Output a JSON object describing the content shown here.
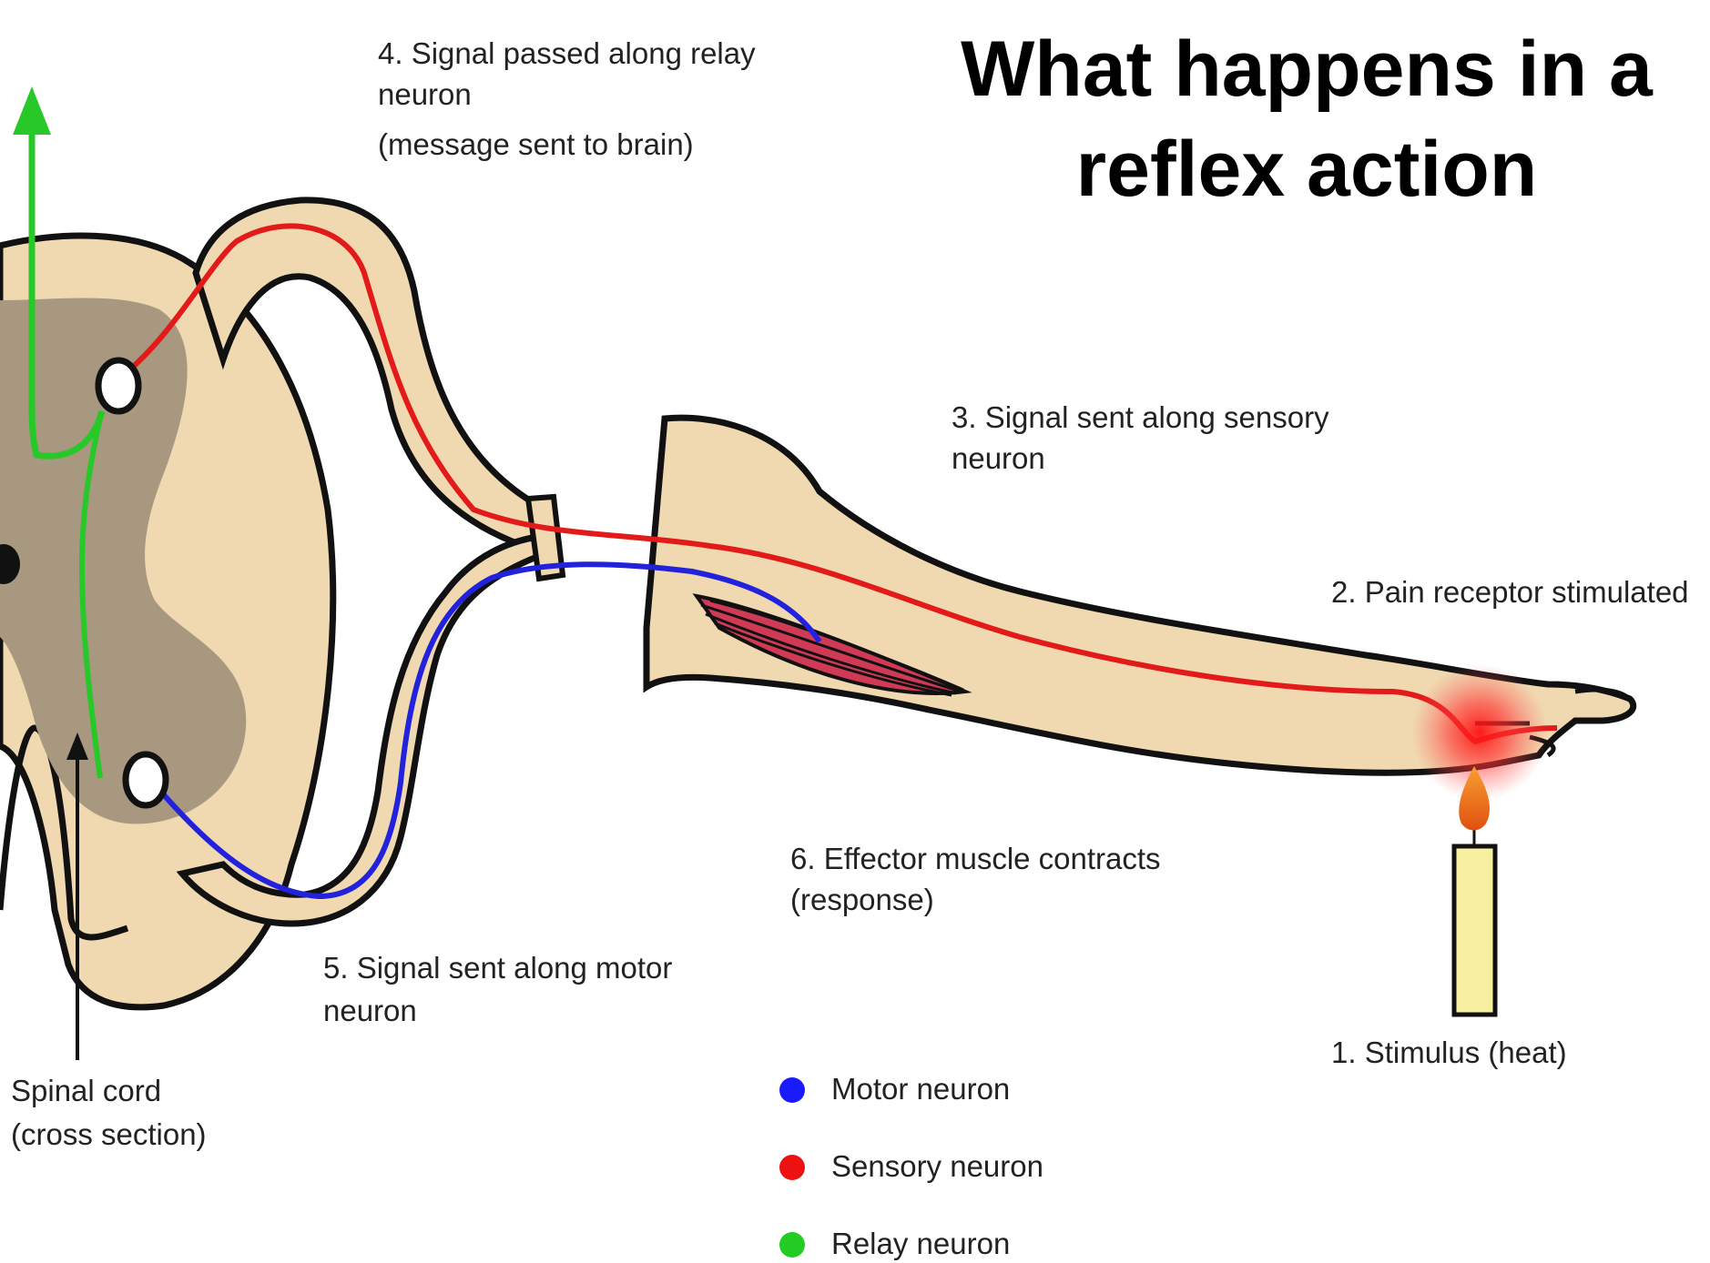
{
  "title": {
    "line1": "What happens in a",
    "line2": "reflex action"
  },
  "labels": {
    "step1": "1. Stimulus (heat)",
    "step2": "2. Pain receptor stimulated",
    "step3": {
      "line1": "3. Signal sent along sensory",
      "line2": "neuron"
    },
    "step4": {
      "line1": "4. Signal passed along relay",
      "line2": "neuron",
      "line3": "(message sent to brain)"
    },
    "step5": {
      "line1": "5. Signal sent along motor",
      "line2": "neuron"
    },
    "step6": {
      "line1": "6. Effector muscle contracts",
      "line2": "(response)"
    },
    "spinal_cord": {
      "line1": "Spinal cord",
      "line2": "(cross section)"
    }
  },
  "legend": [
    {
      "label": "Motor neuron",
      "color": "#1a1aff"
    },
    {
      "label": "Sensory neuron",
      "color": "#ee1111"
    },
    {
      "label": "Relay neuron",
      "color": "#22cc22"
    }
  ],
  "colors": {
    "tissue": "#f0d9b0",
    "grey_matter": "#a89880",
    "outline": "#111111",
    "sensory": "#e21a1a",
    "motor": "#2222dd",
    "relay": "#28c828",
    "candle": "#f7f0a0",
    "flame": "#f08020",
    "pain_glow": "#ff2020"
  }
}
